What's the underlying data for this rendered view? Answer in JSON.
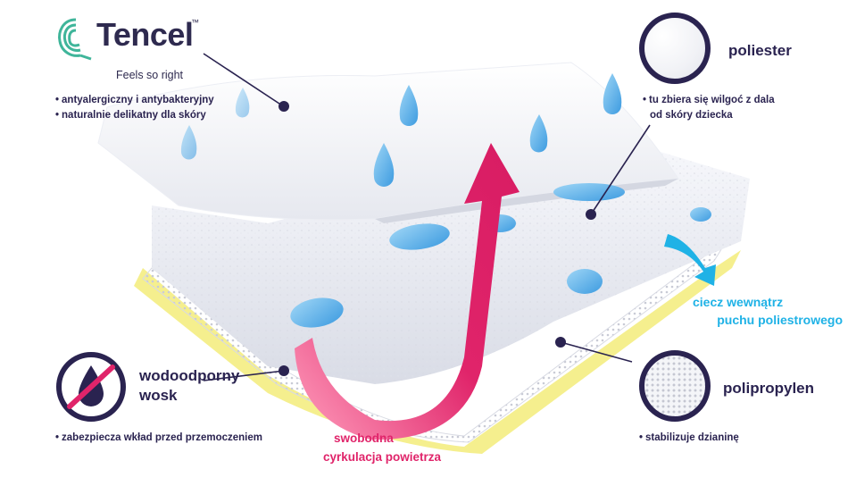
{
  "brand": {
    "name": "Tencel",
    "trademark": "™",
    "tagline": "Feels so right"
  },
  "tencel_features": [
    "antyalergiczny i antybakteryjny",
    "naturalnie delikatny dla skóry"
  ],
  "poliester": {
    "title": "poliester",
    "description": [
      "tu zbiera się wilgoć z dala",
      "od skóry dziecka"
    ]
  },
  "polipropylen": {
    "title": "polipropylen",
    "description": "stabilizuje dzianinę"
  },
  "wax": {
    "title_line1": "wodoodporny",
    "title_line2": "wosk",
    "description": "zabezpiecza wkład przed przemoczeniem"
  },
  "liquid_label": [
    "ciecz wewnątrz",
    "puchu poliestrowego"
  ],
  "airflow_label": [
    "swobodna",
    "cyrkulacja powietrza"
  ],
  "colors": {
    "navy": "#2a2350",
    "pink": "#e0246a",
    "cyan": "#1fb2e6",
    "droplet": "#5fb6e8",
    "yellow": "#f3ec7a",
    "tencel_green": "#3fb59a"
  },
  "icons": [
    "tencel-leaf-icon",
    "no-water-drop-icon",
    "poliester-texture-icon",
    "polipropylen-mesh-icon"
  ]
}
